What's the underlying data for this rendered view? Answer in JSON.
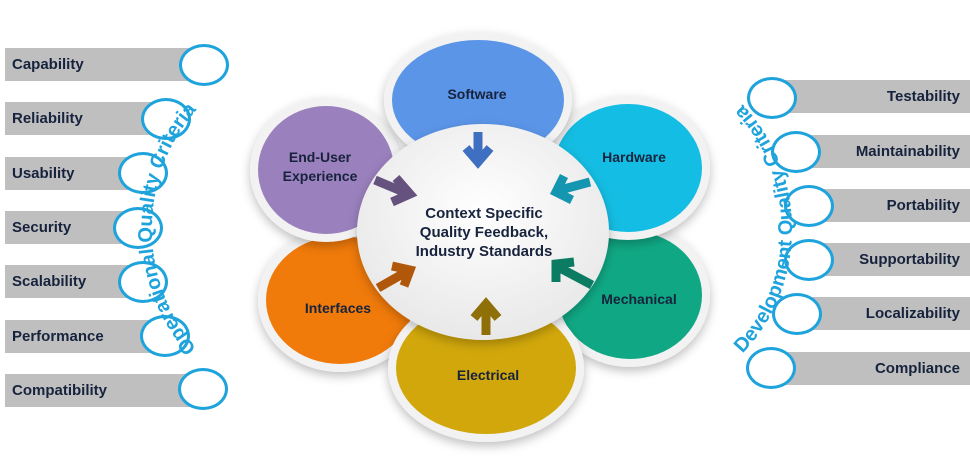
{
  "left_group": {
    "title": "Operational Quality Criteria",
    "items": [
      "Capability",
      "Reliability",
      "Usability",
      "Security",
      "Scalability",
      "Performance",
      "Compatibility"
    ]
  },
  "right_group": {
    "title": "Development Quality Criteria",
    "items": [
      "Testability",
      "Maintainability",
      "Portability",
      "Supportability",
      "Localizability",
      "Compliance"
    ]
  },
  "center": {
    "lines": [
      "Context Specific",
      "Quality Feedback,",
      "Industry Standards"
    ]
  },
  "petals": [
    {
      "label_lines": [
        "Software"
      ],
      "color": "#5b95e8"
    },
    {
      "label_lines": [
        "Hardware"
      ],
      "color": "#14bde3"
    },
    {
      "label_lines": [
        "Mechanical"
      ],
      "color": "#10a884"
    },
    {
      "label_lines": [
        "Electrical"
      ],
      "color": "#d1a70b"
    },
    {
      "label_lines": [
        "Interfaces"
      ],
      "color": "#f07a0a"
    },
    {
      "label_lines": [
        "End-User",
        "Experience"
      ],
      "color": "#9a80bd"
    }
  ],
  "colors": {
    "accent": "#1ea3dc",
    "bar": "#bfbfbf",
    "text": "#17233d"
  }
}
